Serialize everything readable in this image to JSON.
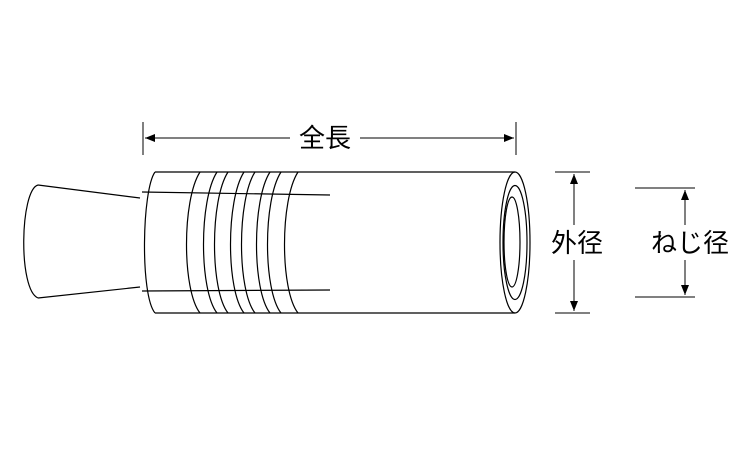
{
  "labels": {
    "total_length": "全長",
    "outer_diameter": "外径",
    "thread_diameter": "ねじ径"
  },
  "colors": {
    "line": "#000000",
    "background": "#ffffff"
  }
}
